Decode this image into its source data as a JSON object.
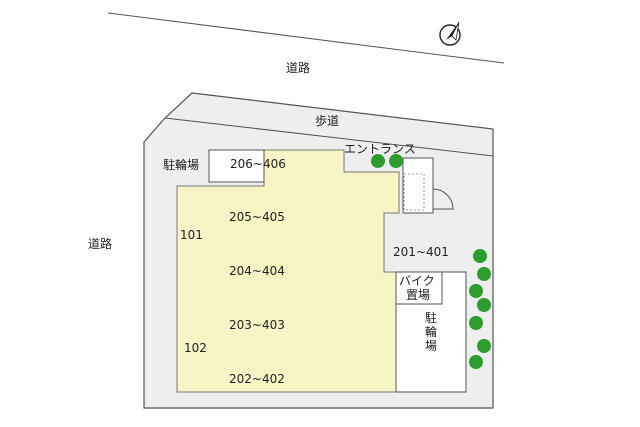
{
  "map": {
    "roads": {
      "north": "道路",
      "west": "道路"
    },
    "sidewalk": "歩道",
    "entrance": "エントランス",
    "bicycle_parking_small": "駐輪場",
    "bike_parking": {
      "line1": "バイク",
      "line2": "置場"
    },
    "bicycle_parking_large": "駐輪場",
    "units": [
      "206~406",
      "205~405",
      "204~404",
      "203~403",
      "202~402",
      "201~401",
      "101",
      "102"
    ],
    "colors": {
      "building": "#f7f5c6",
      "lot": "#eeeeee",
      "tree": "#2e9b2e"
    },
    "icons": {
      "compass": "compass-icon"
    }
  }
}
